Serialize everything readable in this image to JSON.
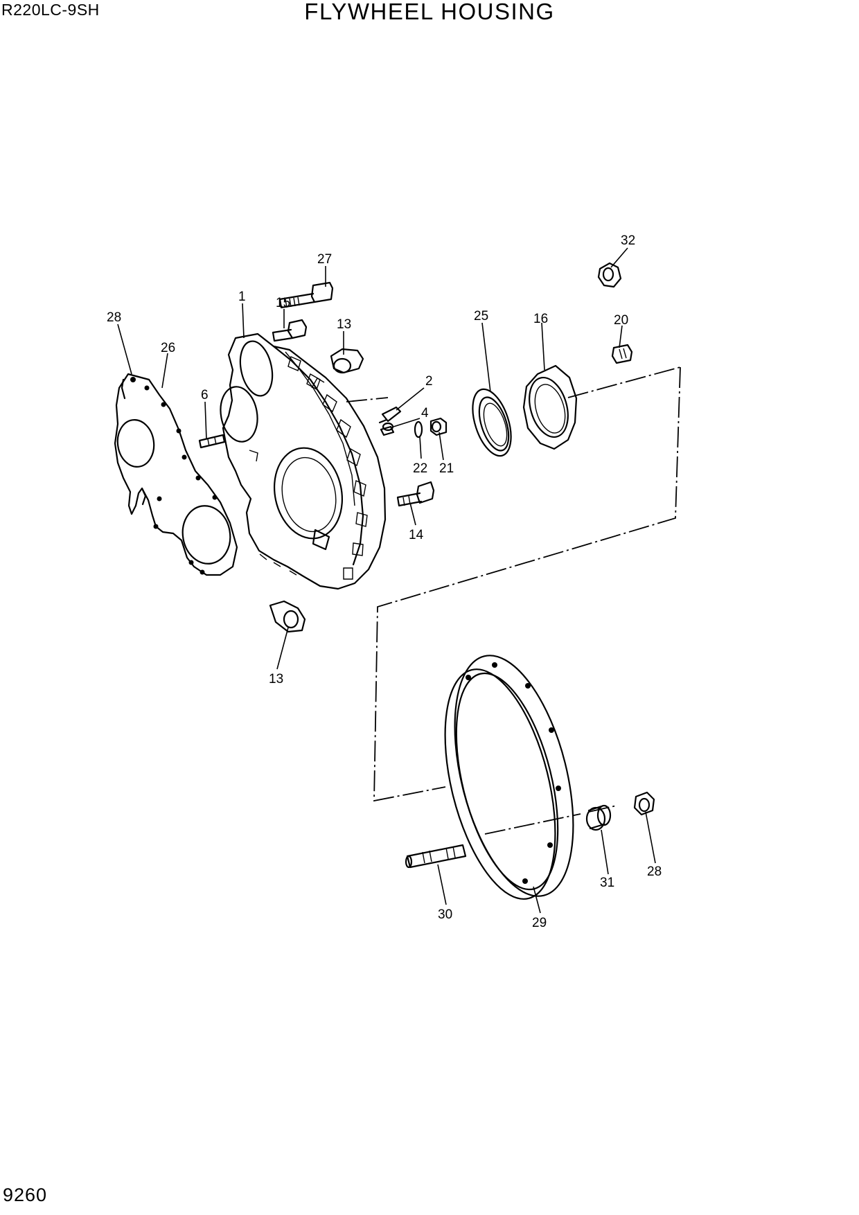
{
  "header": {
    "model": "R220LC-9SH",
    "title": "FLYWHEEL HOUSING"
  },
  "footer": {
    "page_number": "9260"
  },
  "callouts": [
    {
      "id": "c32",
      "text": "32"
    },
    {
      "id": "c27",
      "text": "27"
    },
    {
      "id": "c1",
      "text": "1"
    },
    {
      "id": "c15",
      "text": "15"
    },
    {
      "id": "c13a",
      "text": "13"
    },
    {
      "id": "c28a",
      "text": "28"
    },
    {
      "id": "c26",
      "text": "26"
    },
    {
      "id": "c25",
      "text": "25"
    },
    {
      "id": "c16",
      "text": "16"
    },
    {
      "id": "c20",
      "text": "20"
    },
    {
      "id": "c2",
      "text": "2"
    },
    {
      "id": "c4",
      "text": "4"
    },
    {
      "id": "c6",
      "text": "6"
    },
    {
      "id": "c22",
      "text": "22"
    },
    {
      "id": "c21",
      "text": "21"
    },
    {
      "id": "c14",
      "text": "14"
    },
    {
      "id": "c13b",
      "text": "13"
    },
    {
      "id": "c28b",
      "text": "28"
    },
    {
      "id": "c31",
      "text": "31"
    },
    {
      "id": "c30",
      "text": "30"
    },
    {
      "id": "c29",
      "text": "29"
    }
  ]
}
